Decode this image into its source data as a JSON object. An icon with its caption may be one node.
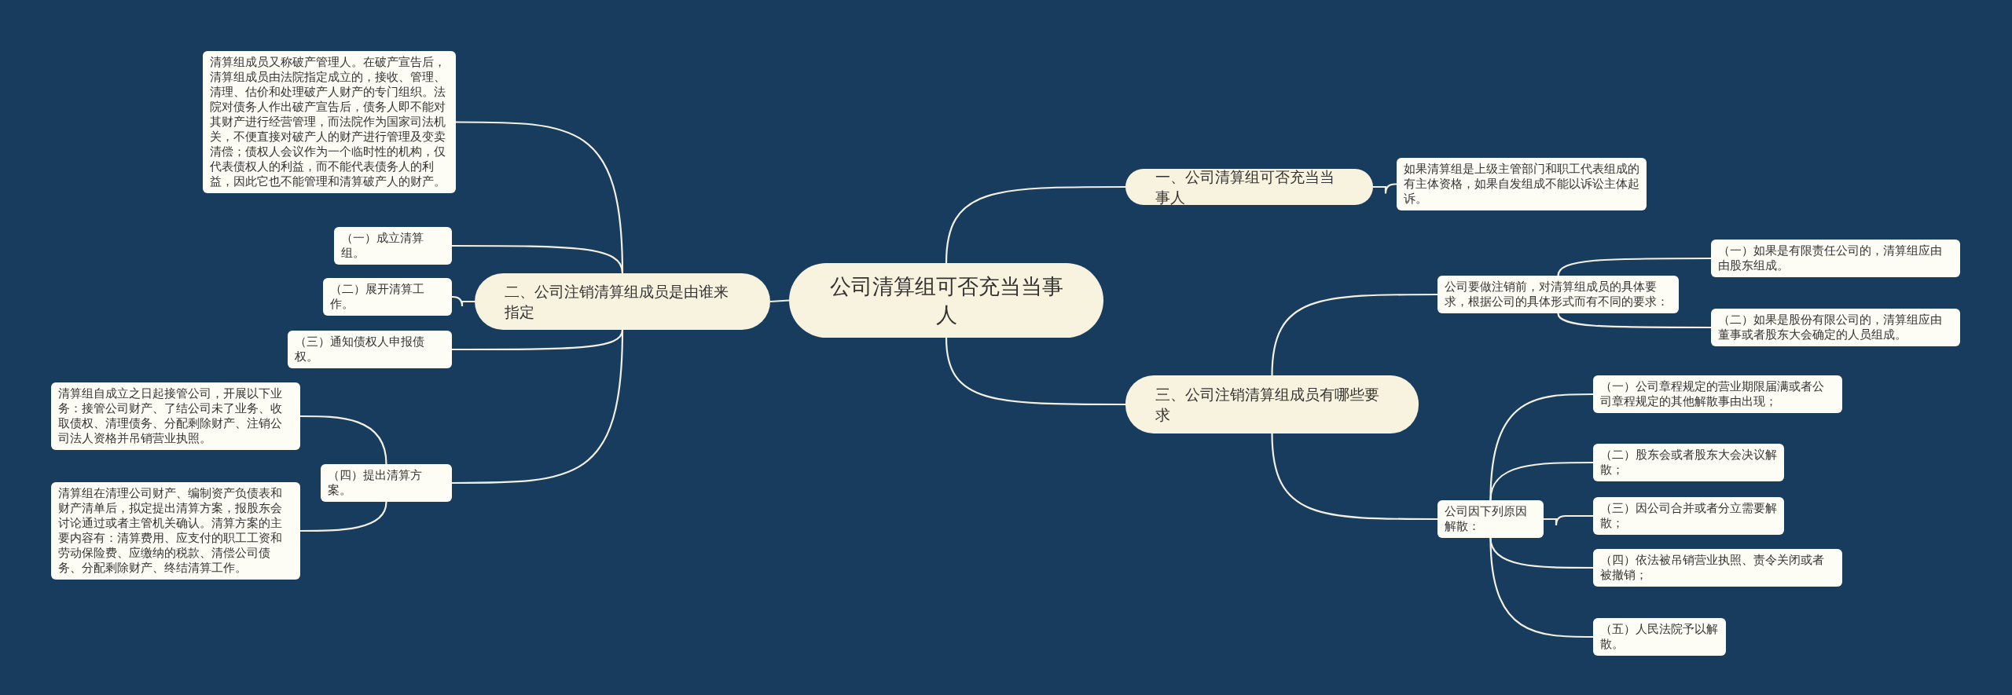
{
  "diagram": {
    "nodes": [
      {
        "text": [
          "公司清算组可否充当当事人"
        ]
      },
      {
        "text": [
          "一、公司清算组可否充当当事人"
        ]
      },
      {
        "text": [
          "如果清算组是上级主管部门和职工代表组成的有主体资格，如果自发组成不能以诉讼主体起诉。"
        ]
      },
      {
        "text": [
          "二、公司注销清算组成员是由谁来指定"
        ]
      },
      {
        "text": [
          "清算组成员又称破产管理人。在破产宣告后，清算组成员由法院指定成立的，接收、管理、清理、估价和处理破产人财产的专门组织。法院对债务人作出破产宣告后，债务人即不能对其财产进行经营管理，而法院作为国家司法机关，不便直接对破产人的财产进行管理及变卖清偿；债权人会议作为一个临时性的机构，仅代表债权人的利益，而不能代表债务人的利益，因此它也不能管理和清算破产人的财产。"
        ]
      },
      {
        "text": [
          "（一）成立清算组。"
        ]
      },
      {
        "text": [
          "（二）展开清算工作。"
        ]
      },
      {
        "text": [
          "（三）通知债权人申报债权。"
        ]
      },
      {
        "text": [
          "（四）提出清算方案。"
        ]
      },
      {
        "text": [
          "清算组自成立之日起接管公司，开展以下业务：接管公司财产、了结公司未了业务、收取债权、清理债务、分配剩除财产、注销公司法人资格并吊销营业执照。"
        ]
      },
      {
        "text": [
          "清算组在清理公司财产、编制资产负债表和财产清单后，拟定提出清算方案，报股东会讨论通过或者主管机关确认。清算方案的主要内容有：清算费用、应支付的职工工资和劳动保险费、应缴纳的税款、清偿公司债务、分配剩除财产、终结清算工作。"
        ]
      },
      {
        "text": [
          "三、公司注销清算组成员有哪些要求"
        ]
      },
      {
        "text": [
          "公司要做注销前，对清算组成员的具体要求，根据公司的具体形式而有不同的要求："
        ]
      },
      {
        "text": [
          "（一）如果是有限责任公司的，清算组应由由股东组成。"
        ]
      },
      {
        "text": [
          "（二）如果是股份有限公司的，清算组应由董事或者股东大会确定的人员组成。"
        ]
      },
      {
        "text": [
          "公司因下列原因解散："
        ]
      },
      {
        "text": [
          "（一）公司章程规定的营业期限届满或者公司章程规定的其他解散事由出现；"
        ]
      },
      {
        "text": [
          "（二）股东会或者股东大会决议解散；"
        ]
      },
      {
        "text": [
          "（三）因公司合并或者分立需要解散；"
        ]
      },
      {
        "text": [
          "（四）依法被吊销营业执照、责令关闭或者被撤销；"
        ]
      },
      {
        "text": [
          "（五）人民法院予以解散。"
        ]
      }
    ],
    "edges": [
      {
        "from": 0,
        "to": 1,
        "arrow": "none"
      },
      {
        "from": 1,
        "to": 2,
        "arrow": "none"
      },
      {
        "from": 0,
        "to": 3,
        "arrow": "none"
      },
      {
        "from": 3,
        "to": 4,
        "arrow": "none"
      },
      {
        "from": 3,
        "to": 5,
        "arrow": "none"
      },
      {
        "from": 3,
        "to": 6,
        "arrow": "none"
      },
      {
        "from": 3,
        "to": 7,
        "arrow": "none"
      },
      {
        "from": 3,
        "to": 8,
        "arrow": "none"
      },
      {
        "from": 8,
        "to": 9,
        "arrow": "none"
      },
      {
        "from": 8,
        "to": 10,
        "arrow": "none"
      },
      {
        "from": 0,
        "to": 11,
        "arrow": "none"
      },
      {
        "from": 11,
        "to": 12,
        "arrow": "none"
      },
      {
        "from": 12,
        "to": 13,
        "arrow": "none"
      },
      {
        "from": 12,
        "to": 14,
        "arrow": "none"
      },
      {
        "from": 11,
        "to": 15,
        "arrow": "none"
      },
      {
        "from": 15,
        "to": 16,
        "arrow": "none"
      },
      {
        "from": 15,
        "to": 17,
        "arrow": "none"
      },
      {
        "from": 15,
        "to": 18,
        "arrow": "none"
      },
      {
        "from": 15,
        "to": 19,
        "arrow": "none"
      },
      {
        "from": 15,
        "to": 20,
        "arrow": "none"
      }
    ]
  }
}
